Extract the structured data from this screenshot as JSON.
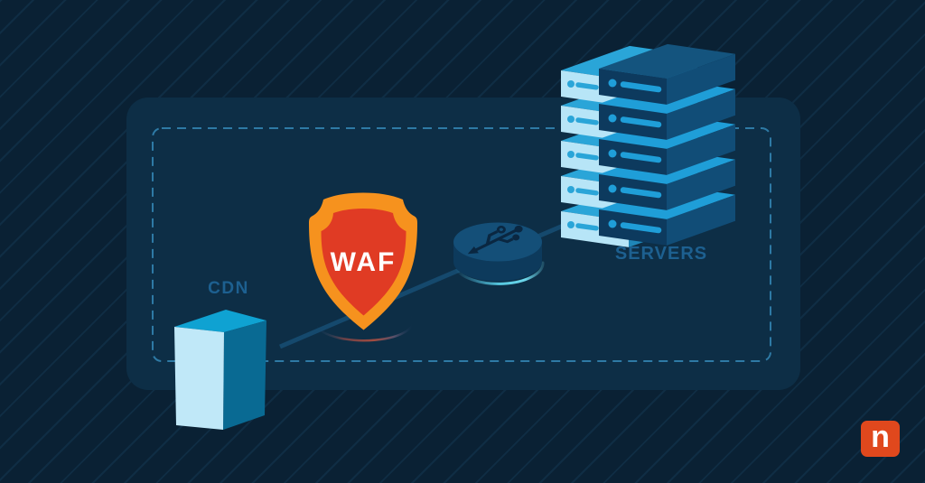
{
  "illustration": {
    "alt": "WAF network architecture illustration",
    "labels": {
      "cdn": "CDN",
      "waf": "WAF",
      "servers": "SERVERS"
    },
    "icons": {
      "waf": "shield-icon",
      "router": "usb-trident-icon",
      "cdn": "cdn-box-icon",
      "servers": "server-stack-icon"
    }
  },
  "branding": {
    "logo_letter": "n"
  },
  "colors": {
    "background": "#0a2134",
    "stripe": "#10314a",
    "panel": "#0d2e46",
    "dashed_border": "#2e7aa5",
    "label_text": "#1d6090",
    "connection_line": "#15496d",
    "shield_orange": "#f6921e",
    "shield_red": "#e03b24",
    "shield_text": "#ffffff",
    "cdn_front": "#c0e8f8",
    "cdn_top": "#0fa2d2",
    "cdn_side": "#096a93",
    "disk_top": "#144f78",
    "disk_side": "#0d3a5c",
    "usb_icon": "#0a2741",
    "server_light_front": "#b7e5f7",
    "server_light_top": "#2aa5d8",
    "server_dark_front": "#0d3a5e",
    "server_dark_top": "#14547e",
    "server_dark_side": "#114d77",
    "server_cyan": "#1f9ed8",
    "logo_background": "#e0481d",
    "logo_text": "#ffffff"
  }
}
